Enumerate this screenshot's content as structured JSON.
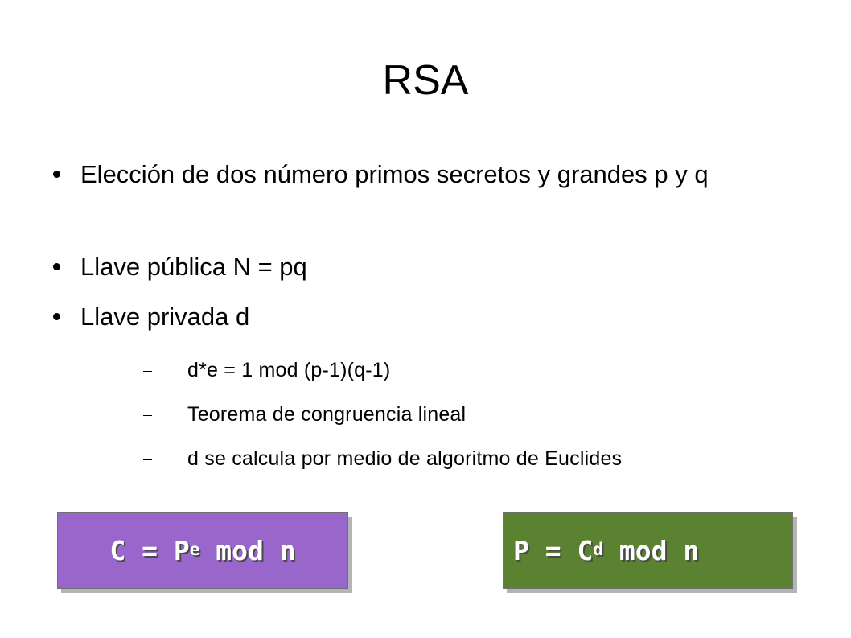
{
  "slide": {
    "title": "RSA",
    "bullets": [
      {
        "text": "Elección de dos número primos secretos y grandes p y q"
      },
      {
        "text": "Llave pública N = pq"
      },
      {
        "text": "Llave privada d"
      }
    ],
    "sub_bullets": [
      {
        "text": "d*e = 1 mod (p-1)(q-1)"
      },
      {
        "text": "Teorema de congruencia lineal"
      },
      {
        "text": "d se calcula por medio de algoritmo de Euclides"
      }
    ]
  },
  "formulas": {
    "encrypt": {
      "base": "C = P",
      "exponent": "e",
      "tail": " mod n",
      "color": "#9966cc"
    },
    "decrypt": {
      "base": "P = C",
      "exponent": "d",
      "tail": " mod n",
      "color": "#5a8230"
    }
  }
}
